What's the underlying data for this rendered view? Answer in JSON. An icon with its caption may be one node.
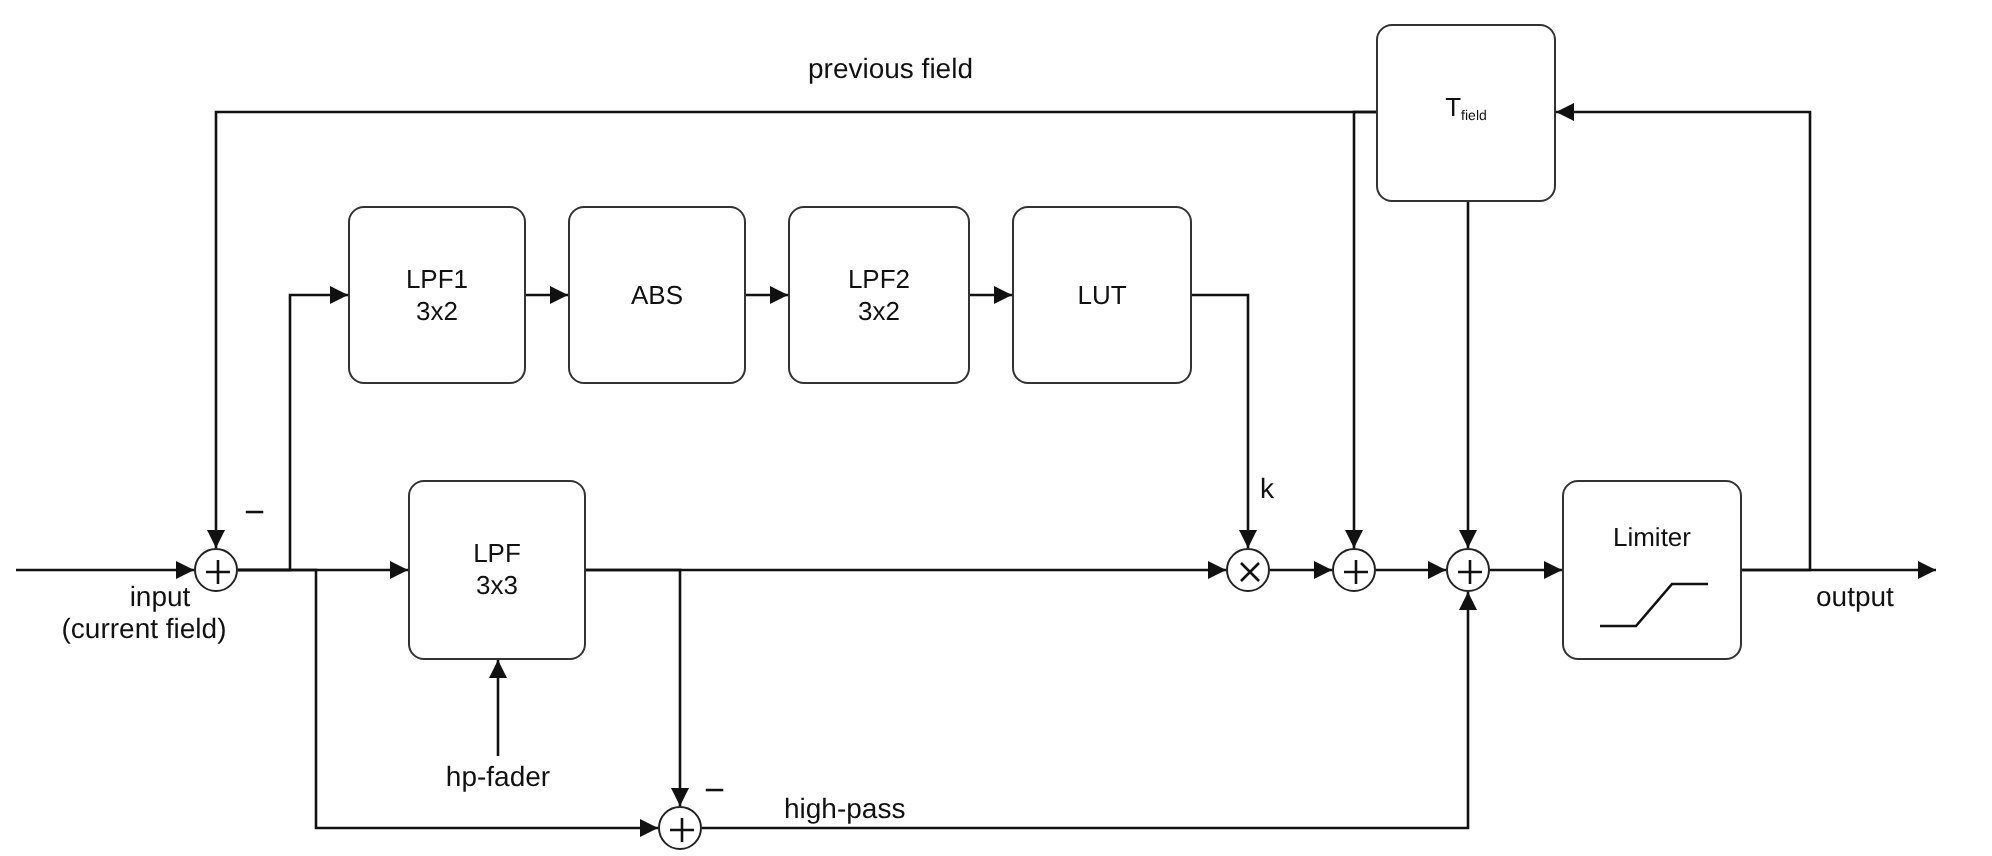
{
  "diagram": {
    "nodes": [
      {
        "text": [],
        "shape": "circle"
      },
      {
        "text": [
          "LPF1 3x2"
        ]
      },
      {
        "text": [
          "ABS"
        ]
      },
      {
        "text": [
          "LPF2 3x2"
        ]
      },
      {
        "text": [
          "LUT"
        ]
      },
      {
        "text": [
          "T$_{field}$"
        ]
      },
      {
        "text": [
          "LPF 3x3"
        ]
      },
      {
        "text": [
          "hp-fader"
        ]
      },
      {
        "text": [],
        "shape": "circle"
      },
      {
        "text": [],
        "shape": "circle"
      },
      {
        "text": [],
        "shape": "circle"
      },
      {
        "text": [],
        "shape": "circle"
      },
      {
        "text": [
          "Limiter"
        ]
      }
    ],
    "edges": [
      {
        "from": null,
        "to": 0,
        "arrow": "to"
      },
      {
        "from": 0,
        "to": 1,
        "arrow": "to"
      },
      {
        "from": 1,
        "to": 2,
        "arrow": "to"
      },
      {
        "from": 2,
        "to": 3,
        "arrow": "to"
      },
      {
        "from": 3,
        "to": 4,
        "arrow": "to"
      },
      {
        "from": 4,
        "to": 9,
        "arrow": "to",
        "label": "k"
      },
      {
        "from": 0,
        "to": 6,
        "arrow": "to"
      },
      {
        "from": 7,
        "to": 6,
        "arrow": "to"
      },
      {
        "from": 6,
        "to": 9,
        "arrow": "to"
      },
      {
        "from": 6,
        "to": 8,
        "arrow": "to"
      },
      {
        "from": 0,
        "to": 8,
        "arrow": "to"
      },
      {
        "from": 8,
        "to": 11,
        "arrow": "to",
        "label": "high-pass"
      },
      {
        "from": 5,
        "to": 0,
        "arrow": "to",
        "label": "previous field"
      },
      {
        "from": 5,
        "to": 10,
        "arrow": "to"
      },
      {
        "from": 9,
        "to": 10,
        "arrow": "to"
      },
      {
        "from": 10,
        "to": 11,
        "arrow": "to"
      },
      {
        "from": 5,
        "to": 11,
        "arrow": "to"
      },
      {
        "from": 11,
        "to": 12,
        "arrow": "to"
      },
      {
        "from": 12,
        "to": null,
        "arrow": "to"
      },
      {
        "from": 12,
        "to": 5,
        "arrow": "to"
      }
    ],
    "labels": [
      "−",
      "input (current field)",
      "output",
      "−"
    ]
  }
}
